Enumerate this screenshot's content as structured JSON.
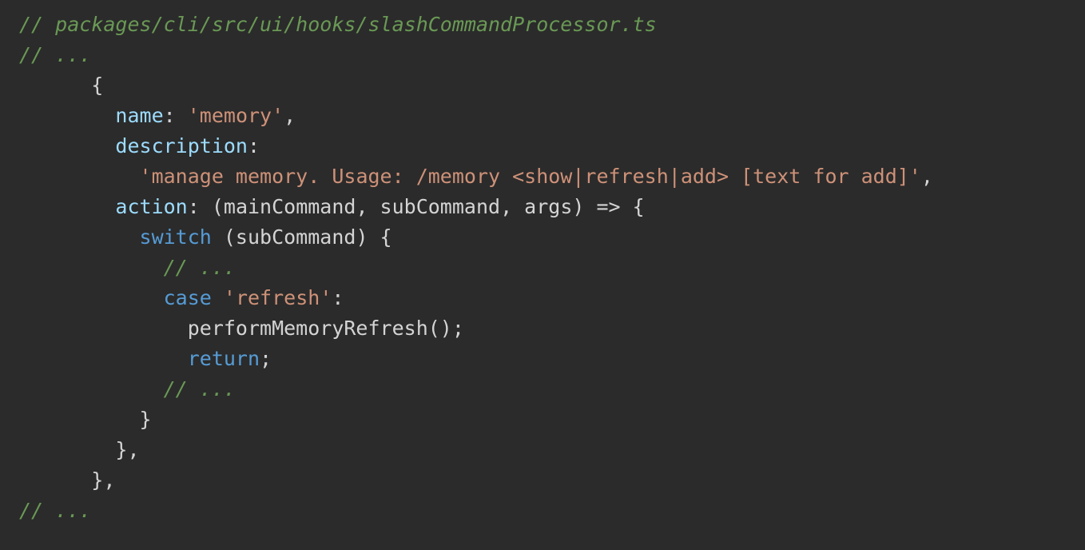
{
  "editor": {
    "background_color": "#2b2b2b",
    "language": "typescript",
    "theme_colors": {
      "comment": "#6a9955",
      "keyword": "#569cd6",
      "property": "#9cdcfe",
      "string": "#ce9178",
      "plain": "#d4d4d4"
    },
    "lines": [
      {
        "id": "line-1",
        "text": "// packages/cli/src/ui/hooks/slashCommandProcessor.ts",
        "tokens": [
          {
            "t": "// packages/cli/src/ui/hooks/slashCommandProcessor.ts",
            "c": "comment"
          }
        ]
      },
      {
        "id": "line-2",
        "text": "// ...",
        "tokens": [
          {
            "t": "// ...",
            "c": "comment"
          }
        ]
      },
      {
        "id": "line-3",
        "text": "      {",
        "tokens": [
          {
            "t": "      {",
            "c": "punct"
          }
        ]
      },
      {
        "id": "line-4",
        "text": "        name: 'memory',",
        "tokens": [
          {
            "t": "        ",
            "c": "plain"
          },
          {
            "t": "name",
            "c": "property"
          },
          {
            "t": ": ",
            "c": "punct"
          },
          {
            "t": "'memory'",
            "c": "string"
          },
          {
            "t": ",",
            "c": "punct"
          }
        ]
      },
      {
        "id": "line-5",
        "text": "        description:",
        "tokens": [
          {
            "t": "        ",
            "c": "plain"
          },
          {
            "t": "description",
            "c": "property"
          },
          {
            "t": ":",
            "c": "punct"
          }
        ]
      },
      {
        "id": "line-6",
        "text": "          'manage memory. Usage: /memory <show|refresh|add> [text for add]',",
        "tokens": [
          {
            "t": "          ",
            "c": "plain"
          },
          {
            "t": "'manage memory. Usage: /memory <show|refresh|add> [text for add]'",
            "c": "string"
          },
          {
            "t": ",",
            "c": "punct"
          }
        ]
      },
      {
        "id": "line-7",
        "text": "        action: (mainCommand, subCommand, args) => {",
        "tokens": [
          {
            "t": "        ",
            "c": "plain"
          },
          {
            "t": "action",
            "c": "property"
          },
          {
            "t": ": (mainCommand, subCommand, args) => {",
            "c": "plain"
          }
        ]
      },
      {
        "id": "line-8",
        "text": "          switch (subCommand) {",
        "tokens": [
          {
            "t": "          ",
            "c": "plain"
          },
          {
            "t": "switch",
            "c": "keyword"
          },
          {
            "t": " (subCommand) {",
            "c": "plain"
          }
        ]
      },
      {
        "id": "line-9",
        "text": "            // ...",
        "tokens": [
          {
            "t": "            ",
            "c": "plain"
          },
          {
            "t": "// ...",
            "c": "comment"
          }
        ]
      },
      {
        "id": "line-10",
        "text": "            case 'refresh':",
        "tokens": [
          {
            "t": "            ",
            "c": "plain"
          },
          {
            "t": "case",
            "c": "keyword"
          },
          {
            "t": " ",
            "c": "plain"
          },
          {
            "t": "'refresh'",
            "c": "string"
          },
          {
            "t": ":",
            "c": "punct"
          }
        ]
      },
      {
        "id": "line-11",
        "text": "              performMemoryRefresh();",
        "tokens": [
          {
            "t": "              performMemoryRefresh();",
            "c": "plain"
          }
        ]
      },
      {
        "id": "line-12",
        "text": "              return;",
        "tokens": [
          {
            "t": "              ",
            "c": "plain"
          },
          {
            "t": "return",
            "c": "keyword"
          },
          {
            "t": ";",
            "c": "punct"
          }
        ]
      },
      {
        "id": "line-13",
        "text": "            // ...",
        "tokens": [
          {
            "t": "            ",
            "c": "plain"
          },
          {
            "t": "// ...",
            "c": "comment"
          }
        ]
      },
      {
        "id": "line-14",
        "text": "          }",
        "tokens": [
          {
            "t": "          }",
            "c": "punct"
          }
        ]
      },
      {
        "id": "line-15",
        "text": "        },",
        "tokens": [
          {
            "t": "        },",
            "c": "punct"
          }
        ]
      },
      {
        "id": "line-16",
        "text": "      },",
        "tokens": [
          {
            "t": "      },",
            "c": "punct"
          }
        ]
      },
      {
        "id": "line-17",
        "text": "// ...",
        "tokens": [
          {
            "t": "// ...",
            "c": "comment"
          }
        ]
      }
    ]
  }
}
